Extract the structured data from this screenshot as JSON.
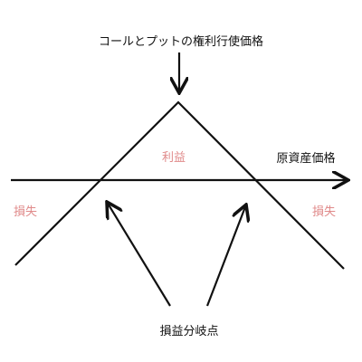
{
  "labels": {
    "strike": "コールとプットの権利行使価格",
    "underlying": "原資産価格",
    "profit": "利益",
    "loss_left": "損失",
    "loss_right": "損失",
    "breakeven": "損益分岐点"
  },
  "colors": {
    "line": "#111111",
    "profit_loss": "#e08a8a"
  }
}
